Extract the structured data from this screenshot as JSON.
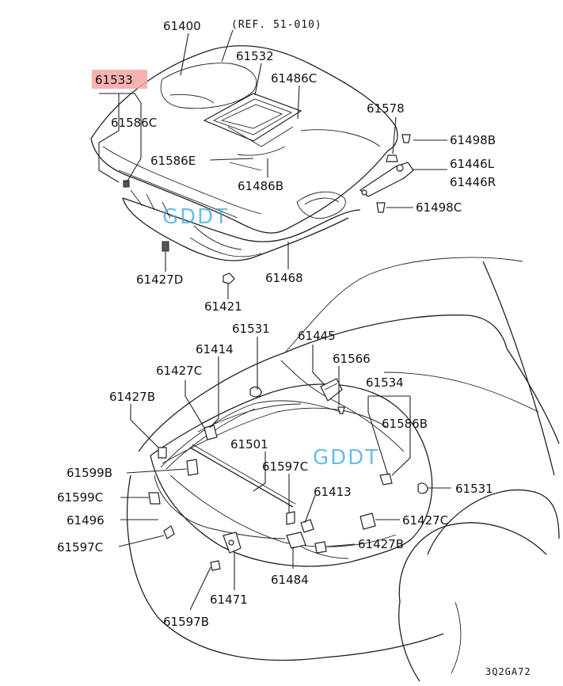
{
  "reference": "(REF. 51-010)",
  "highlight_color": "#f4a3a3",
  "watermark_color": "#3aa7d6",
  "watermarks": [
    "GDDT",
    "GDDT"
  ],
  "drawing_code": "3Q2GA72",
  "labels": {
    "p61400": "61400",
    "p61533": "61533",
    "p61532": "61532",
    "p61486C": "61486C",
    "p61586C": "61586C",
    "p61578": "61578",
    "p61498B": "61498B",
    "p61586E": "61586E",
    "p61446L": "61446L",
    "p61446R": "61446R",
    "p61486B": "61486B",
    "p61498C": "61498C",
    "p61427D": "61427D",
    "p61468": "61468",
    "p61421": "61421",
    "p61531_top": "61531",
    "p61445": "61445",
    "p61414": "61414",
    "p61566": "61566",
    "p61427C_top": "61427C",
    "p61534": "61534",
    "p61427B_top": "61427B",
    "p61586B": "61586B",
    "p61501": "61501",
    "p61599B": "61599B",
    "p61597C_mid": "61597C",
    "p61531_right": "61531",
    "p61599C": "61599C",
    "p61413": "61413",
    "p61496": "61496",
    "p61427C_right": "61427C",
    "p61597C_left": "61597C",
    "p61427B_bottom": "61427B",
    "p61484": "61484",
    "p61471": "61471",
    "p61597B": "61597B"
  }
}
